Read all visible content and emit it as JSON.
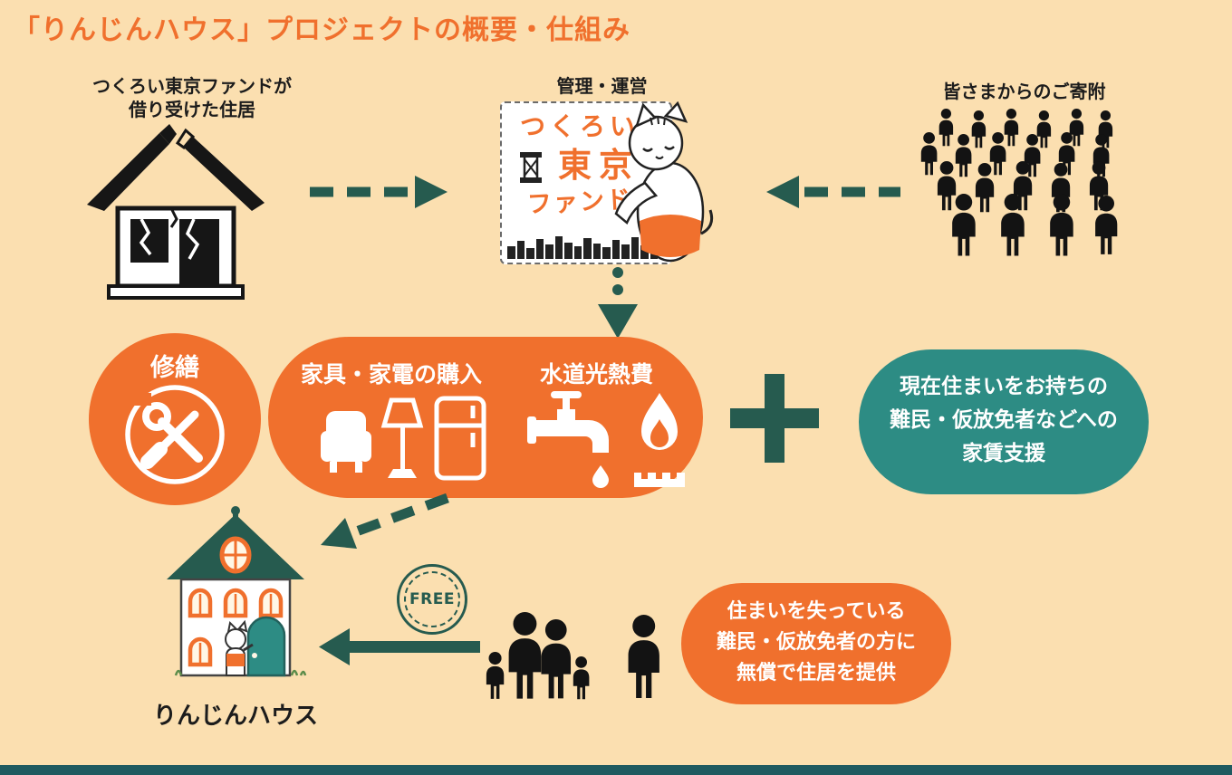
{
  "page": {
    "title": "「りんじんハウス」プロジェクトの概要・仕組み"
  },
  "top_row": {
    "rented_house_label": {
      "line1": "つくろい東京ファンドが",
      "line2": "借り受けた住居"
    },
    "management_label": "管理・運営",
    "fund_logo": {
      "line1": "つくろい",
      "line2": "東京",
      "line3": "ファンド"
    },
    "donation_label": "皆さまからのご寄附"
  },
  "middle_row": {
    "repair_label": "修繕",
    "furniture_label": "家具・家電の購入",
    "utilities_label": "水道光熱費",
    "rent_support": {
      "line1": "現在住まいをお持ちの",
      "line2": "難民・仮放免者などへの",
      "line3": "家賃支援"
    }
  },
  "bottom_row": {
    "house_label": "りんじんハウス",
    "free_badge_label": "FREE",
    "free_housing": {
      "line1": "住まいを失っている",
      "line2": "難民・仮放免者の方に",
      "line3": "無償で住居を提供"
    }
  },
  "icons": {
    "broken_house": "damaged-house-line-art",
    "fund_cat": "white-cat-mascot",
    "thread_spool": "thread-spool",
    "city_skyline": "city-skyline-silhouette",
    "crowd": "crowd-of-people-silhouettes",
    "repair_tools": "crossed-wrench-and-screwdriver",
    "sofa": "armchair",
    "lamp": "floor-lamp",
    "fridge": "refrigerator",
    "faucet": "water-faucet-with-drop",
    "flame": "gas-flame-on-burner",
    "plus": "plus-sign",
    "free_stamp": "free-round-stamp",
    "family": "family-silhouettes",
    "rinjin_house": "colorful-house-with-cat"
  },
  "colors": {
    "background": "#FBDFB0",
    "orange": "#F0702D",
    "dark_teal": "#265B4F",
    "teal": "#2D8C84",
    "footer_teal": "#1F5A60",
    "text": "#1C1C1C",
    "white": "#FFFFFF"
  }
}
